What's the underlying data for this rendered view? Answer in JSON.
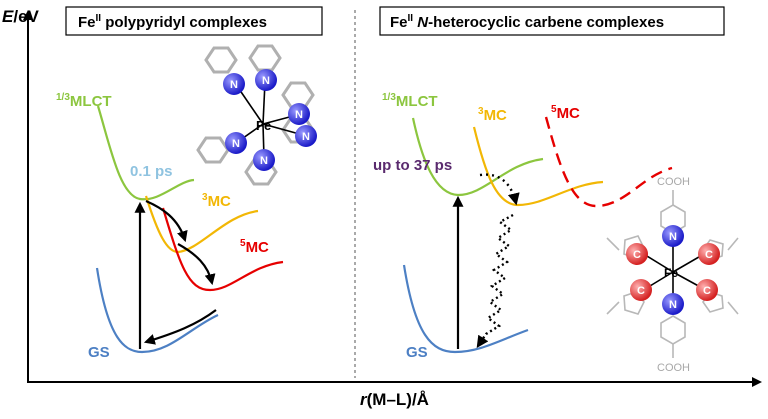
{
  "colors": {
    "gs": "#4d80c4",
    "mlct": "#8cc63f",
    "mc3": "#f2b705",
    "mc5": "#e60000",
    "timeconst_left": "#8fc3e0",
    "timeconst_right": "#5a2a6e",
    "atom_blue": "#2020d0",
    "atom_red": "#e03030",
    "ligand_gray": "#a8a8a8"
  },
  "axes": {
    "y_label_italic": "E",
    "y_label_rest": "/eV",
    "x_label_italic": "r",
    "x_label_rest": "(M–L)/Å"
  },
  "left_panel": {
    "title_base": "Fe",
    "title_sup": "II",
    "title_rest": " polypyridyl complexes",
    "mlct_sup": "1/3",
    "mlct_main": "MLCT",
    "mc3_sup": "3",
    "mc3_main": "MC",
    "mc5_sup": "5",
    "mc5_main": "MC",
    "gs": "GS",
    "timeconstant": "0.1 ps",
    "icons": {
      "metal": "Fe",
      "donor": "N"
    }
  },
  "right_panel": {
    "title_base": "Fe",
    "title_sup": "II",
    "title_italic": "N",
    "title_rest": "-heterocyclic carbene complexes",
    "mlct_sup": "1/3",
    "mlct_main": "MLCT",
    "mc3_sup": "3",
    "mc3_main": "MC",
    "mc5_sup": "5",
    "mc5_main": "MC",
    "gs": "GS",
    "timeconstant": "up to 37 ps",
    "icons": {
      "metal": "Fe",
      "donor_n": "N",
      "donor_c": "C",
      "acid_top": "COOH",
      "acid_bottom": "COOH"
    }
  }
}
